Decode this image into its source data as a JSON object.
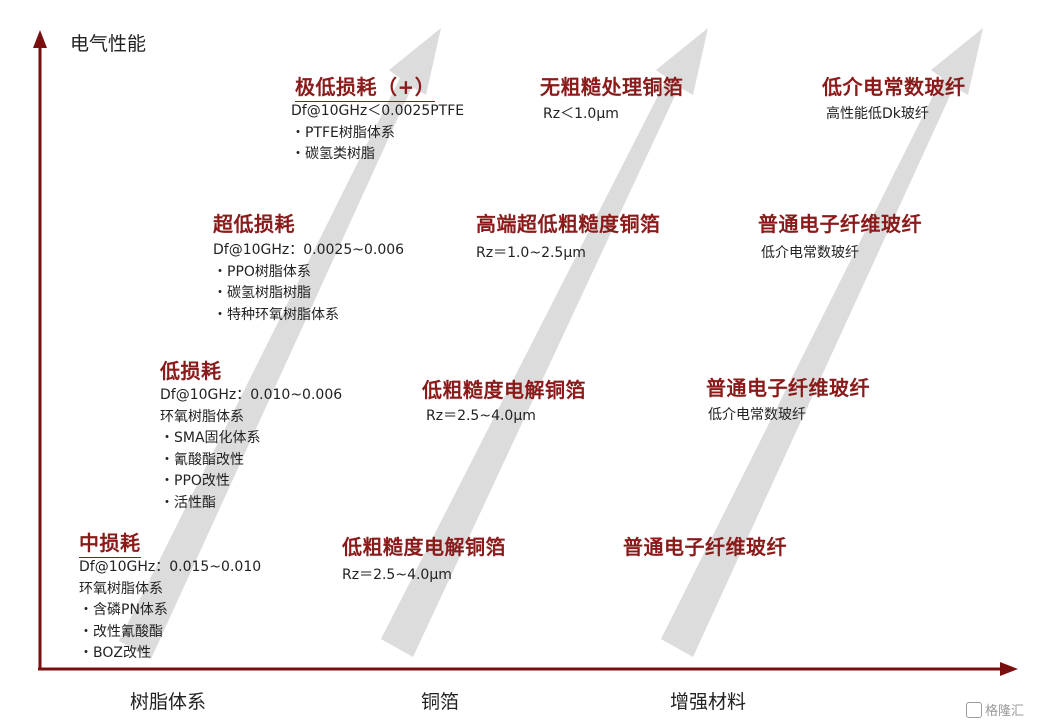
{
  "axes": {
    "y_title": "电气性能",
    "categories": [
      "树脂体系",
      "铜箔",
      "增强材料"
    ]
  },
  "resin": {
    "levels": [
      {
        "title": "中损耗",
        "lines": [
          "Df@10GHz：0.015~0.010",
          "环氧树脂体系",
          "・含磷PN体系",
          "・改性氰酸酯",
          "・BOZ改性"
        ]
      },
      {
        "title": "低损耗",
        "lines": [
          "Df@10GHz：0.010~0.006",
          "环氧树脂体系",
          "・SMA固化体系",
          "・氰酸酯改性",
          "・PPO改性",
          "・活性酯"
        ]
      },
      {
        "title": "超低损耗",
        "lines": [
          "Df@10GHz：0.0025~0.006",
          "・PPO树脂体系",
          "・碳氢树脂树脂",
          "・特种环氧树脂体系"
        ]
      },
      {
        "title": "极低损耗（+）",
        "lines": [
          "Df@10GHz＜0.0025PTFE",
          "・PTFE树脂体系",
          "・碳氢类树脂"
        ]
      }
    ]
  },
  "copper": {
    "levels": [
      {
        "title": "低粗糙度电解铜箔",
        "lines": [
          "Rz＝2.5~4.0μm"
        ]
      },
      {
        "title": "低粗糙度电解铜箔",
        "lines": [
          "Rz＝2.5~4.0μm"
        ]
      },
      {
        "title": "高端超低粗糙度铜箔",
        "lines": [
          "Rz＝1.0~2.5μm"
        ]
      },
      {
        "title": "无粗糙处理铜箔",
        "lines": [
          "Rz＜1.0μm"
        ]
      }
    ]
  },
  "reinforcement": {
    "levels": [
      {
        "title": "普通电子纤维玻纤",
        "lines": []
      },
      {
        "title": "普通电子纤维玻纤",
        "lines": [
          "低介电常数玻纤"
        ]
      },
      {
        "title": "普通电子纤维玻纤",
        "lines": [
          "低介电常数玻纤"
        ]
      },
      {
        "title": "低介电常数玻纤",
        "lines": [
          "高性能低Dk玻纤"
        ]
      }
    ]
  },
  "watermark": "格隆汇",
  "colors": {
    "accent": "#8b1a1a",
    "axis": "#7a0f0f",
    "arrow": "#dcdcdc"
  }
}
